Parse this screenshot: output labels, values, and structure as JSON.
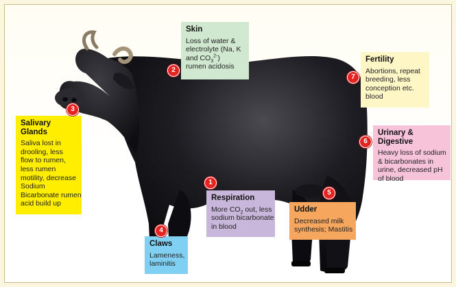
{
  "colors": {
    "marker": "#e52421",
    "skin": "#cfe8cf",
    "fertility": "#fff6c6",
    "salivary": "#ffee00",
    "urinary": "#f6c3d9",
    "respiration": "#c9b6db",
    "udder": "#f7a65e",
    "claws": "#7fd0f2"
  },
  "illustration": "black-water-buffalo",
  "markers": [
    "1",
    "2",
    "3",
    "4",
    "5",
    "6",
    "7"
  ],
  "boxes": {
    "skin": {
      "title": "Skin",
      "lines": [
        "Loss of water &",
        "electrolyte (Na, K",
        "and CO",
        "rumen acidosis"
      ],
      "sub": "3",
      "sup": "2-",
      "tail": ")"
    },
    "fertility": {
      "title": "Fertility",
      "lines": [
        "Abortions, repeat",
        "breeding, less",
        "conception etc.",
        "blood"
      ]
    },
    "salivary": {
      "title": "Salivary Glands",
      "lines": [
        "Saliva lost in",
        "drooling, less",
        "flow to rumen,",
        "less rumen",
        "motility, decrease",
        "Sodium",
        "Bicarbonate rumen",
        "acid build up"
      ]
    },
    "urinary": {
      "title": "Urinary & Digestive",
      "lines": [
        "Heavy loss of sodium",
        "& bicarbonates in",
        "urine, decreased pH",
        "of blood"
      ]
    },
    "respiration": {
      "title": "Respiration",
      "line1a": "More CO",
      "line1sub": "2",
      "line1b": " out, less",
      "lines": [
        "sodium bicarbonate",
        "in blood"
      ]
    },
    "udder": {
      "title": "Udder",
      "lines": [
        "Decreased milk",
        "synthesis; Mastitis"
      ]
    },
    "claws": {
      "title": "Claws",
      "lines": [
        "Lameness,",
        "laminitis"
      ]
    }
  }
}
